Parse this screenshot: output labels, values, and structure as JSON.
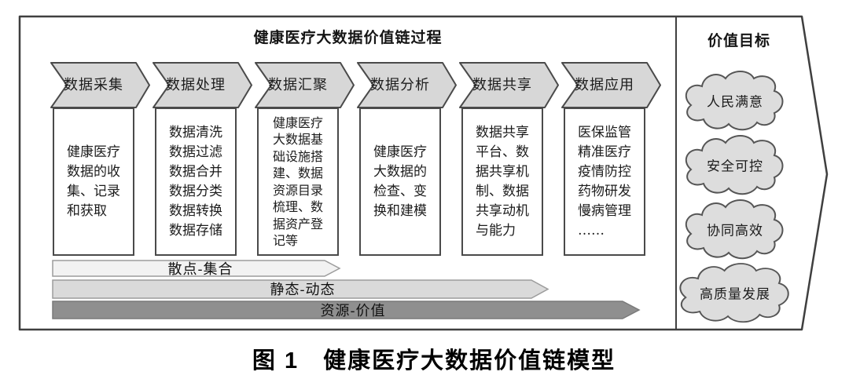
{
  "figure": {
    "title": "健康医疗大数据价值链过程",
    "stages": [
      {
        "name": "数据采集",
        "detail": "健康医疗\n数据的收\n集、记录\n和获取"
      },
      {
        "name": "数据处理",
        "detail": "数据清洗\n数据过滤\n数据合并\n数据分类\n数据转换\n数据存储"
      },
      {
        "name": "数据汇聚",
        "detail": "健康医疗\n大数据基\n础设施搭\n建、数据\n资源目录\n梳理、数\n据资产登\n记等"
      },
      {
        "name": "数据分析",
        "detail": "健康医疗\n大数据的\n检查、变\n换和建模"
      },
      {
        "name": "数据共享",
        "detail": "数据共享\n平台、数\n据共享机\n制、数据\n共享动机\n与能力"
      },
      {
        "name": "数据应用",
        "detail": "医保监管\n精准医疗\n疫情防控\n药物研发\n慢病管理\n……"
      }
    ],
    "transitions": [
      {
        "label": "散点-集合"
      },
      {
        "label": "静态-动态"
      },
      {
        "label": "资源-价值"
      }
    ],
    "goals": {
      "title": "价值目标",
      "items": [
        "人民满意",
        "安全可控",
        "协同高效",
        "高质量发展"
      ]
    },
    "caption": "图 1　健康医疗大数据价值链模型"
  },
  "colors": {
    "outline": "#3f3f3f",
    "stage_header_fill": "#d7d7d7",
    "transition_fills": [
      "#f2f2f2",
      "#dadada",
      "#8f8f8f"
    ],
    "cloud_fill": "#dddddd"
  }
}
